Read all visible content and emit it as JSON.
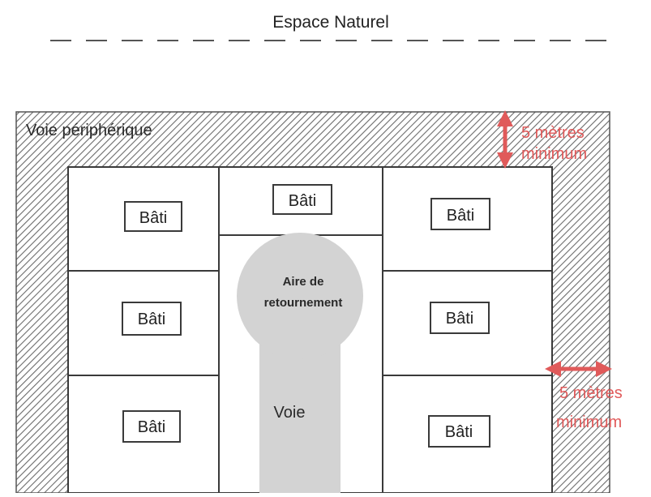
{
  "title": "Espace Naturel",
  "ring_road_label": "Voie périphérique",
  "turnaround_label_line1": "Aire de",
  "turnaround_label_line2": "retournement",
  "road_label": "Voie",
  "building_label": "Bâti",
  "annotation_vertical": {
    "line1": "5 mètres",
    "line2": "minimum"
  },
  "annotation_horizontal": {
    "line1": "5 mètres",
    "line2": "minimum"
  },
  "colors": {
    "hatch": "#6b6b6b",
    "outline": "#3a3a3a",
    "road_fill": "#d3d3d3",
    "annotation": "#e05a5a",
    "text": "#222222"
  }
}
